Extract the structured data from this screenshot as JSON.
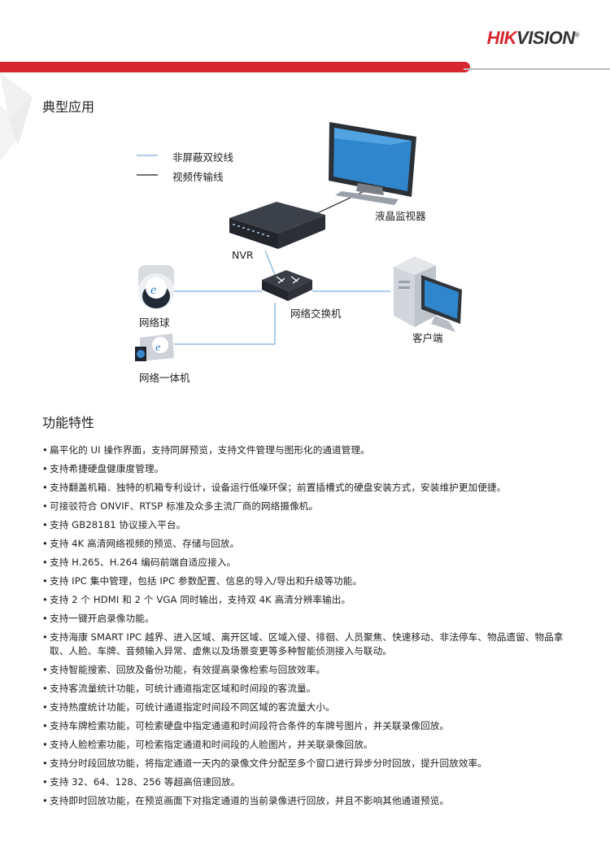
{
  "brand": {
    "hik": "HIK",
    "vision": "VISION",
    "reg": "®"
  },
  "sections": {
    "application_title": "典型应用",
    "features_title": "功能特性"
  },
  "legend": {
    "utp": "非屏蔽双绞线",
    "video": "视频传输线"
  },
  "nodes": {
    "monitor": "液晶监视器",
    "nvr": "NVR",
    "switch": "网络交换机",
    "dome": "网络球",
    "bullet": "网络一体机",
    "client": "客户端"
  },
  "colors": {
    "brand_red": "#d7282f",
    "network_line": "#5b9bd5",
    "video_line": "#222222"
  },
  "features": [
    "扁平化的 UI 操作界面，支持同屏预览，支持文件管理与图形化的通道管理。",
    "支持希捷硬盘健康度管理。",
    "支持翻盖机箱．独特的机箱专利设计，设备运行低噪环保；前置插槽式的硬盘安装方式，安装维护更加便捷。",
    "可接驳符合 ONVIF、RTSP 标准及众多主流厂商的网络摄像机。",
    "支持 GB28181 协议接入平台。",
    "支持 4K 高清网络视频的预览、存储与回放。",
    "支持 H.265、H.264 编码前端自适应接入。",
    "支持 IPC 集中管理，包括 IPC 参数配置、信息的导入/导出和升级等功能。",
    "支持 2 个 HDMI 和 2 个 VGA 同时输出，支持双 4K 高清分辨率输出。",
    "支持一键开启录像功能。",
    "支持海康 SMART IPC 越界、进入区域、离开区域、区域入侵、徘徊、人员聚焦、快速移动、非法停车、物品遗留、物品拿取、人脸、车牌、音频输入异常、虚焦以及场景变更等多种智能侦测接入与联动。",
    "支持智能搜索、回放及备份功能，有效提高录像检索与回放效率。",
    "支持客流量统计功能，可统计通道指定区域和时间段的客流量。",
    "支持热度统计功能，可统计通道指定时间段不同区域的客流量大小。",
    "支持车牌检索功能，可检索硬盘中指定通道和时间段符合条件的车牌号图片，并关联录像回放。",
    "支持人脸检索功能，可检索指定通道和时间段的人脸图片，并关联录像回放。",
    "支持分时段回放功能，将指定通道一天内的录像文件分配至多个窗口进行异步分时回放，提升回放效率。",
    "支持 32、64、128、256 等超高倍速回放。",
    "支持即时回放功能，在预览画面下对指定通道的当前录像进行回放，并且不影响其他通道预览。"
  ]
}
